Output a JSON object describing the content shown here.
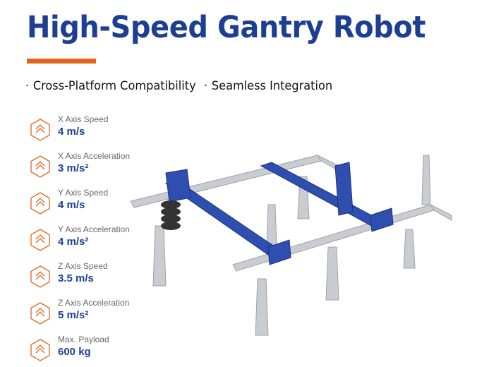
{
  "title": "High-Speed Gantry Robot",
  "accent_color": "#e2651f",
  "brand_color": "#1c3f94",
  "features": [
    "Cross-Platform Compatibility",
    "Seamless Integration"
  ],
  "specs": [
    {
      "label": "X Axis Speed",
      "value": "4 m/s",
      "icon": "x-axis-speed-icon"
    },
    {
      "label": "X Axis Acceleration",
      "value": "3 m/s²",
      "icon": "x-axis-acceleration-icon"
    },
    {
      "label": "Y Axis Speed",
      "value": "4 m/s",
      "icon": "y-axis-speed-icon"
    },
    {
      "label": "Y Axis Acceleration",
      "value": "4 m/s²",
      "icon": "y-axis-acceleration-icon"
    },
    {
      "label": "Z Axis Speed",
      "value": "3.5 m/s",
      "icon": "z-axis-speed-icon"
    },
    {
      "label": "Z Axis Acceleration",
      "value": "5 m/s²",
      "icon": "z-axis-acceleration-icon"
    },
    {
      "label": "Max. Payload",
      "value": "600 kg",
      "icon": "payload-hook-icon"
    }
  ]
}
